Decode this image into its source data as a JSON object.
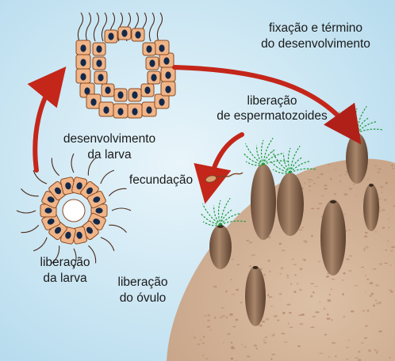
{
  "labels": {
    "fixation_line1": "fixação e término",
    "fixation_line2": "do desenvolvimento",
    "sperm_release_line1": "liberação",
    "sperm_release_line2": "de espermatozoides",
    "larva_development_line1": "desenvolvimento",
    "larva_development_line2": "da larva",
    "fertilization": "fecundação",
    "larva_release_line1": "liberação",
    "larva_release_line2": "da larva",
    "egg_release_line1": "liberação",
    "egg_release_line2": "do óvulo"
  },
  "colors": {
    "background": "#bfe0ef",
    "rock": "#d3b49a",
    "rock_dark": "#b88f72",
    "cell": "#f0b487",
    "cell_outline": "#8a4a22",
    "nucleus": "#13294a",
    "arrow": "#c4261a",
    "sponge": "#8b6a52",
    "sperm_lines": "#1f9a3a"
  }
}
